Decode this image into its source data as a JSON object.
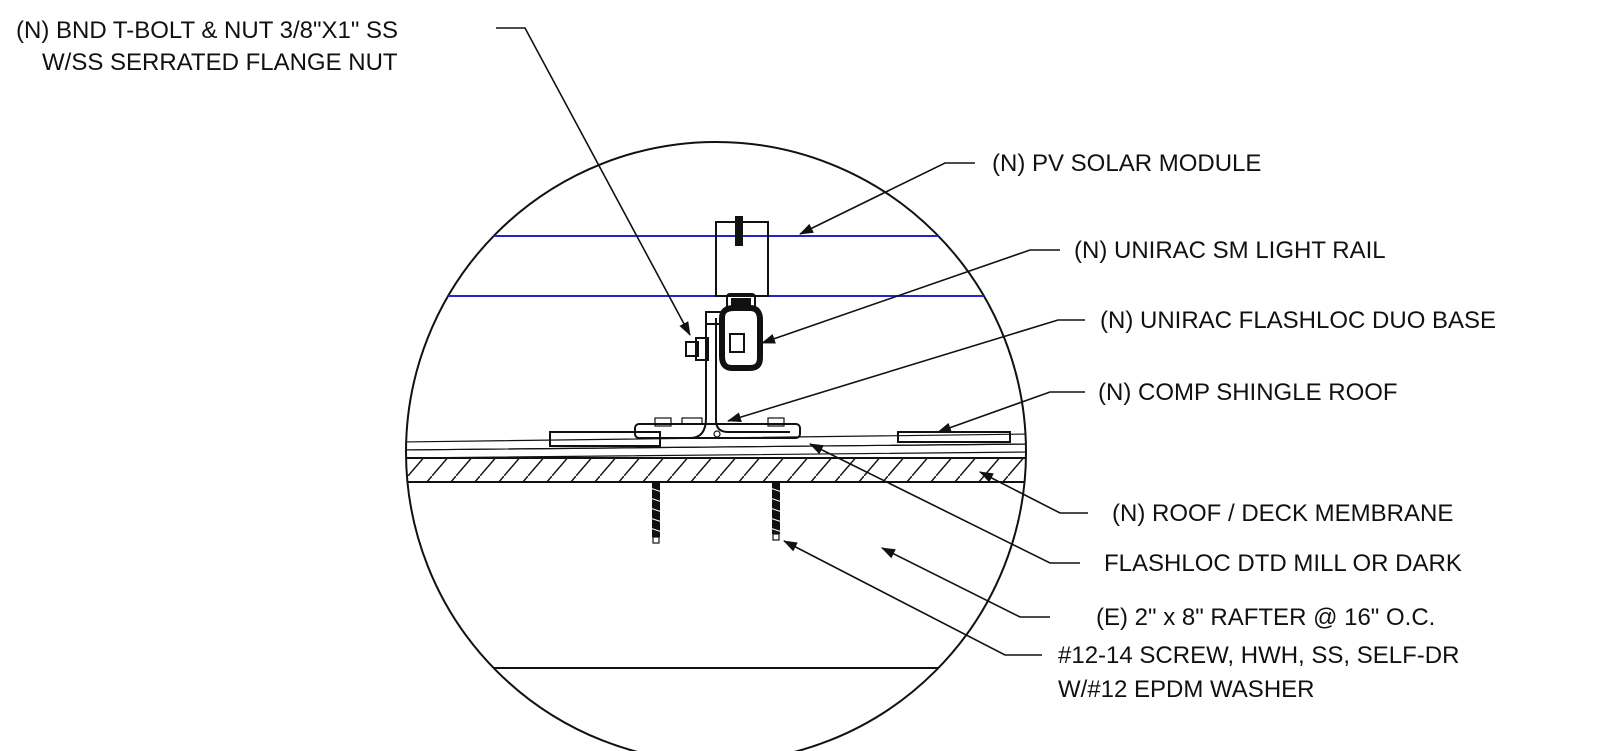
{
  "labels": {
    "tbolt_line1": "(N) BND T-BOLT & NUT 3/8\"X1\" SS",
    "tbolt_line2": "W/SS SERRATED FLANGE NUT",
    "pv_module": "(N) PV SOLAR MODULE",
    "light_rail": "(N) UNIRAC SM LIGHT RAIL",
    "flashloc_base": "(N) UNIRAC FLASHLOC DUO BASE",
    "shingle_roof": "(N) COMP SHINGLE ROOF",
    "membrane": "(N) ROOF / DECK MEMBRANE",
    "flashloc_dtd": "FLASHLOC DTD MILL OR DARK",
    "rafter": "(E) 2\" x 8\" RAFTER @ 16\" O.C.",
    "screw_line1": "#12-14 SCREW, HWH, SS, SELF-DR",
    "screw_line2": "W/#12 EPDM WASHER"
  },
  "colors": {
    "line": "#111111",
    "module_edge": "#2424c8"
  }
}
